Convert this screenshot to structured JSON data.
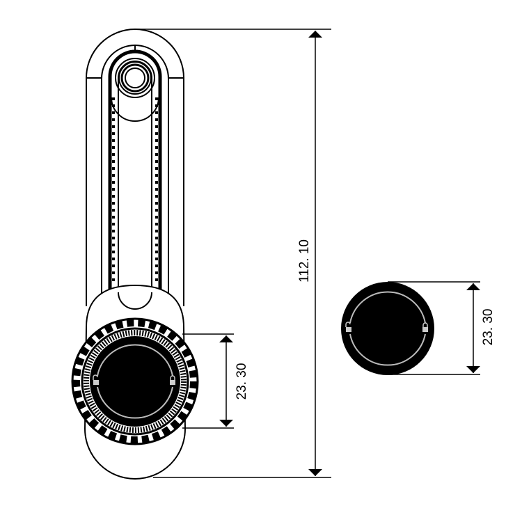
{
  "dimensions": {
    "overall_length": "112. 10",
    "knob_diameter_front": "23. 30",
    "knob_diameter_side": "23. 30"
  },
  "icons": {
    "unlock": "unlock-icon",
    "lock": "lock-icon"
  },
  "colors": {
    "line": "#000000",
    "knob": "#000000",
    "background": "#ffffff"
  }
}
